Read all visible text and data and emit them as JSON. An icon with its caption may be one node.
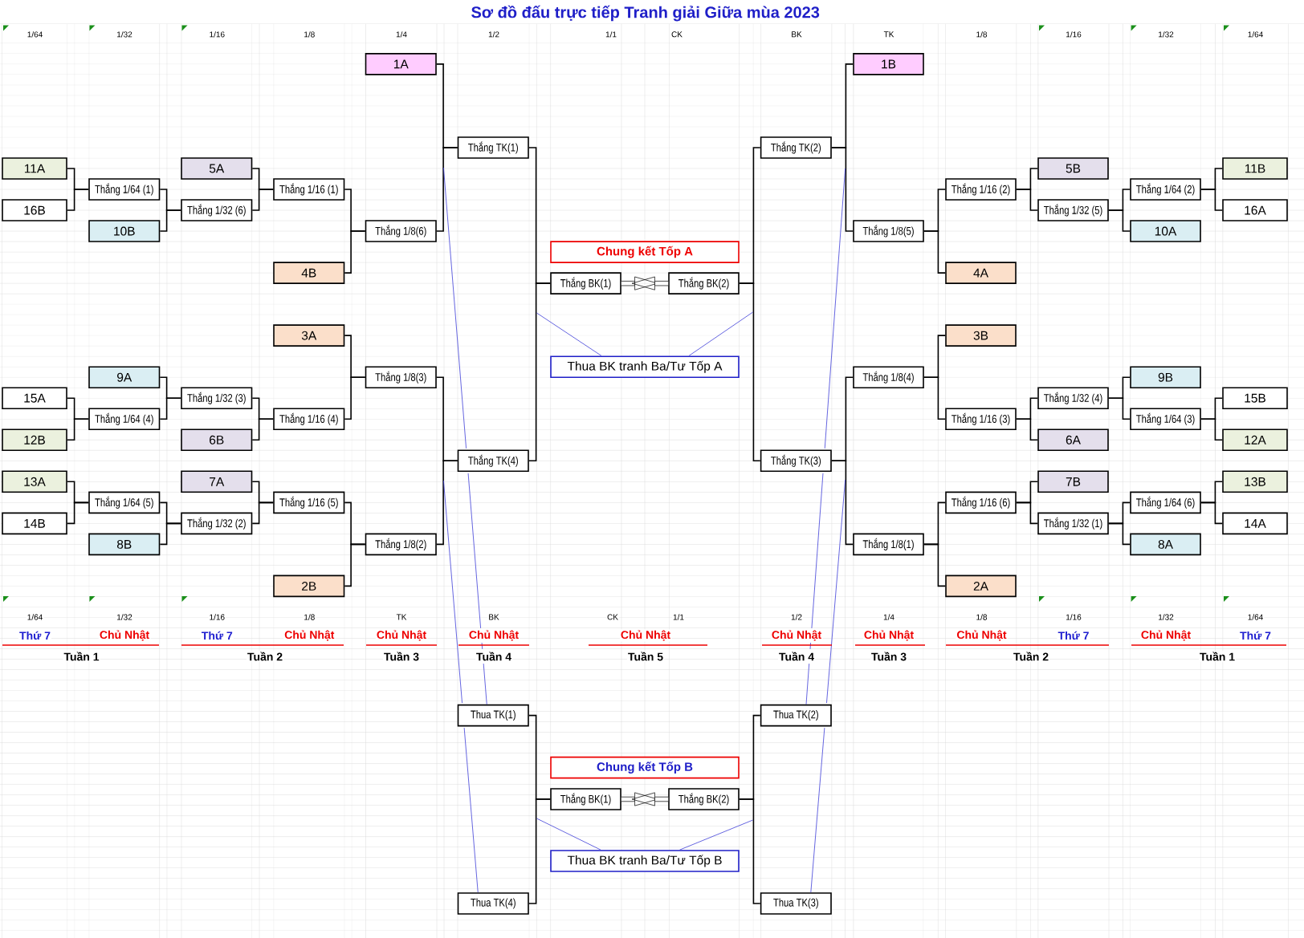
{
  "diagram": {
    "title": "Sơ đồ đấu trực tiếp Tranh giải Giữa mùa 2023",
    "nodes": [
      {
        "text": [
          "1A"
        ]
      },
      {
        "text": [
          "1B"
        ]
      },
      {
        "text": [
          "Thắng TK(1)"
        ]
      },
      {
        "text": [
          "Thắng TK(2)"
        ]
      },
      {
        "text": [
          "11A"
        ]
      },
      {
        "text": [
          "5A"
        ]
      },
      {
        "text": [
          "5B"
        ]
      },
      {
        "text": [
          "11B"
        ]
      },
      {
        "text": [
          "Thắng 1/64 (1)"
        ]
      },
      {
        "text": [
          "Thắng 1/16 (1)"
        ]
      },
      {
        "text": [
          "Thắng 1/16 (2)"
        ]
      },
      {
        "text": [
          "Thắng 1/64 (2)"
        ]
      },
      {
        "text": [
          "16B"
        ]
      },
      {
        "text": [
          "Thắng 1/32 (6)"
        ]
      },
      {
        "text": [
          "Thắng 1/32 (5)"
        ]
      },
      {
        "text": [
          "16A"
        ]
      },
      {
        "text": [
          "10B"
        ]
      },
      {
        "text": [
          "Thắng 1/8(6)"
        ]
      },
      {
        "text": [
          "Thắng 1/8(5)"
        ]
      },
      {
        "text": [
          "10A"
        ]
      },
      {
        "text": [
          "Chung kết Tốp A"
        ]
      },
      {
        "text": [
          "4B"
        ]
      },
      {
        "text": [
          "4A"
        ]
      },
      {
        "text": [
          "Thắng BK(1)"
        ]
      },
      {
        "text": [
          "Thắng BK(2)"
        ]
      },
      {
        "text": [
          "3A"
        ]
      },
      {
        "text": [
          "3B"
        ]
      },
      {
        "text": [
          "Thua BK tranh Ba/Tư Tốp A"
        ]
      },
      {
        "text": [
          "9A"
        ]
      },
      {
        "text": [
          "Thắng 1/8(3)"
        ]
      },
      {
        "text": [
          "Thắng 1/8(4)"
        ]
      },
      {
        "text": [
          "9B"
        ]
      },
      {
        "text": [
          "15A"
        ]
      },
      {
        "text": [
          "Thắng 1/32 (3)"
        ]
      },
      {
        "text": [
          "Thắng 1/32 (4)"
        ]
      },
      {
        "text": [
          "15B"
        ]
      },
      {
        "text": [
          "Thắng 1/64 (4)"
        ]
      },
      {
        "text": [
          "Thắng 1/16 (4)"
        ]
      },
      {
        "text": [
          "Thắng 1/16 (3)"
        ]
      },
      {
        "text": [
          "Thắng 1/64 (3)"
        ]
      },
      {
        "text": [
          "12B"
        ]
      },
      {
        "text": [
          "6B"
        ]
      },
      {
        "text": [
          "6A"
        ]
      },
      {
        "text": [
          "12A"
        ]
      },
      {
        "text": [
          "Thắng TK(4)"
        ]
      },
      {
        "text": [
          "Thắng TK(3)"
        ]
      },
      {
        "text": [
          "13A"
        ]
      },
      {
        "text": [
          "7A"
        ]
      },
      {
        "text": [
          "7B"
        ]
      },
      {
        "text": [
          "13B"
        ]
      },
      {
        "text": [
          "Thắng 1/64 (5)"
        ]
      },
      {
        "text": [
          "Thắng 1/16 (5)"
        ]
      },
      {
        "text": [
          "Thắng 1/16 (6)"
        ]
      },
      {
        "text": [
          "Thắng 1/64 (6)"
        ]
      },
      {
        "text": [
          "14B"
        ]
      },
      {
        "text": [
          "Thắng 1/32 (2)"
        ]
      },
      {
        "text": [
          "Thắng 1/32 (1)"
        ]
      },
      {
        "text": [
          "14A"
        ]
      },
      {
        "text": [
          "8B"
        ]
      },
      {
        "text": [
          "Thắng 1/8(2)"
        ]
      },
      {
        "text": [
          "Thắng 1/8(1)"
        ]
      },
      {
        "text": [
          "8A"
        ]
      },
      {
        "text": [
          "2B"
        ]
      },
      {
        "text": [
          "2A"
        ]
      },
      {
        "text": [
          "Thua TK(1)"
        ]
      },
      {
        "text": [
          "Thua TK(2)"
        ]
      },
      {
        "text": [
          "Chung kết Tốp B"
        ]
      },
      {
        "text": [
          "Thắng BK(1)"
        ]
      },
      {
        "text": [
          "Thắng BK(2)"
        ]
      },
      {
        "text": [
          "Thua BK tranh Ba/Tư Tốp B"
        ]
      },
      {
        "text": [
          "Thua TK(4)"
        ]
      },
      {
        "text": [
          "Thua TK(3)"
        ]
      }
    ],
    "edges": [
      {
        "from": 4,
        "to": 8,
        "arrow": "none"
      },
      {
        "from": 12,
        "to": 8,
        "arrow": "none"
      },
      {
        "from": 8,
        "to": 13,
        "arrow": "none"
      },
      {
        "from": 16,
        "to": 13,
        "arrow": "none"
      },
      {
        "from": 5,
        "to": 9,
        "arrow": "none"
      },
      {
        "from": 13,
        "to": 9,
        "arrow": "none"
      },
      {
        "from": 9,
        "to": 17,
        "arrow": "none"
      },
      {
        "from": 21,
        "to": 17,
        "arrow": "none"
      },
      {
        "from": 0,
        "to": 2,
        "arrow": "none"
      },
      {
        "from": 17,
        "to": 2,
        "arrow": "none"
      },
      {
        "from": 2,
        "to": 23,
        "arrow": "none"
      },
      {
        "from": 44,
        "to": 23,
        "arrow": "none"
      },
      {
        "from": 28,
        "to": 33,
        "arrow": "none"
      },
      {
        "from": 36,
        "to": 33,
        "arrow": "none"
      },
      {
        "from": 32,
        "to": 36,
        "arrow": "none"
      },
      {
        "from": 40,
        "to": 36,
        "arrow": "none"
      },
      {
        "from": 33,
        "to": 37,
        "arrow": "none"
      },
      {
        "from": 41,
        "to": 37,
        "arrow": "none"
      },
      {
        "from": 25,
        "to": 29,
        "arrow": "none"
      },
      {
        "from": 37,
        "to": 29,
        "arrow": "none"
      },
      {
        "from": 46,
        "to": 50,
        "arrow": "none"
      },
      {
        "from": 54,
        "to": 50,
        "arrow": "none"
      },
      {
        "from": 50,
        "to": 55,
        "arrow": "none"
      },
      {
        "from": 58,
        "to": 55,
        "arrow": "none"
      },
      {
        "from": 47,
        "to": 51,
        "arrow": "none"
      },
      {
        "from": 55,
        "to": 51,
        "arrow": "none"
      },
      {
        "from": 51,
        "to": 59,
        "arrow": "none"
      },
      {
        "from": 62,
        "to": 59,
        "arrow": "none"
      },
      {
        "from": 29,
        "to": 44,
        "arrow": "none"
      },
      {
        "from": 59,
        "to": 44,
        "arrow": "none"
      },
      {
        "from": 7,
        "to": 11,
        "arrow": "none"
      },
      {
        "from": 15,
        "to": 11,
        "arrow": "none"
      },
      {
        "from": 11,
        "to": 14,
        "arrow": "none"
      },
      {
        "from": 19,
        "to": 14,
        "arrow": "none"
      },
      {
        "from": 6,
        "to": 10,
        "arrow": "none"
      },
      {
        "from": 14,
        "to": 10,
        "arrow": "none"
      },
      {
        "from": 10,
        "to": 18,
        "arrow": "none"
      },
      {
        "from": 22,
        "to": 18,
        "arrow": "none"
      },
      {
        "from": 1,
        "to": 3,
        "arrow": "none"
      },
      {
        "from": 18,
        "to": 3,
        "arrow": "none"
      },
      {
        "from": 3,
        "to": 24,
        "arrow": "none"
      },
      {
        "from": 45,
        "to": 24,
        "arrow": "none"
      },
      {
        "from": 31,
        "to": 34,
        "arrow": "none"
      },
      {
        "from": 39,
        "to": 34,
        "arrow": "none"
      },
      {
        "from": 35,
        "to": 39,
        "arrow": "none"
      },
      {
        "from": 43,
        "to": 39,
        "arrow": "none"
      },
      {
        "from": 34,
        "to": 38,
        "arrow": "none"
      },
      {
        "from": 42,
        "to": 38,
        "arrow": "none"
      },
      {
        "from": 26,
        "to": 30,
        "arrow": "none"
      },
      {
        "from": 38,
        "to": 30,
        "arrow": "none"
      },
      {
        "from": 49,
        "to": 53,
        "arrow": "none"
      },
      {
        "from": 57,
        "to": 53,
        "arrow": "none"
      },
      {
        "from": 53,
        "to": 56,
        "arrow": "none"
      },
      {
        "from": 61,
        "to": 56,
        "arrow": "none"
      },
      {
        "from": 48,
        "to": 52,
        "arrow": "none"
      },
      {
        "from": 56,
        "to": 52,
        "arrow": "none"
      },
      {
        "from": 52,
        "to": 60,
        "arrow": "none"
      },
      {
        "from": 63,
        "to": 60,
        "arrow": "none"
      },
      {
        "from": 30,
        "to": 45,
        "arrow": "none"
      },
      {
        "from": 60,
        "to": 45,
        "arrow": "none"
      },
      {
        "from": 64,
        "to": 67,
        "arrow": "none"
      },
      {
        "from": 70,
        "to": 67,
        "arrow": "none"
      },
      {
        "from": 65,
        "to": 68,
        "arrow": "none"
      },
      {
        "from": 71,
        "to": 68,
        "arrow": "none"
      },
      {
        "from": 23,
        "to": 24,
        "arrow": "to",
        "style": "thick"
      },
      {
        "from": 24,
        "to": 23,
        "arrow": "to",
        "style": "thick"
      },
      {
        "from": 67,
        "to": 68,
        "arrow": "to",
        "style": "thick"
      },
      {
        "from": 68,
        "to": 67,
        "arrow": "to",
        "style": "thick"
      },
      {
        "from": null,
        "to": 64,
        "arrow": "none",
        "color": "#3f3fd8"
      },
      {
        "from": null,
        "to": 70,
        "arrow": "none",
        "color": "#3f3fd8"
      },
      {
        "from": null,
        "to": 27,
        "arrow": "none",
        "color": "#3f3fd8"
      },
      {
        "from": null,
        "to": 27,
        "arrow": "none",
        "color": "#3f3fd8"
      },
      {
        "from": null,
        "to": 65,
        "arrow": "none",
        "color": "#3f3fd8"
      },
      {
        "from": null,
        "to": 71,
        "arrow": "none",
        "color": "#3f3fd8"
      },
      {
        "from": null,
        "to": 69,
        "arrow": "none",
        "color": "#3f3fd8"
      },
      {
        "from": null,
        "to": 69,
        "arrow": "none",
        "color": "#3f3fd8"
      }
    ],
    "labels": [
      "1/64",
      "1/32",
      "1/16",
      "1/8",
      "1/4",
      "1/2",
      "1/1",
      "CK",
      "BK",
      "TK",
      "1/8",
      "1/16",
      "1/32",
      "1/64",
      "1/64",
      "1/32",
      "1/16",
      "1/8",
      "TK",
      "BK",
      "CK",
      "1/1",
      "1/2",
      "1/4",
      "1/8",
      "1/16",
      "1/32",
      "1/64",
      "Thứ 7",
      "Chủ Nhật",
      "Thứ 7",
      "Chủ Nhật",
      "Chủ Nhật",
      "Chủ Nhật",
      "Chủ Nhật",
      "Chủ Nhật",
      "Chủ Nhật",
      "Chủ Nhật",
      "Thứ 7",
      "Chủ Nhật",
      "Thứ 7",
      "Tuần 1",
      "Tuần 2",
      "Tuần 3",
      "Tuần 4",
      "Tuần 5",
      "Tuần 4",
      "Tuần 3",
      "Tuần 2",
      "Tuần 1"
    ]
  }
}
